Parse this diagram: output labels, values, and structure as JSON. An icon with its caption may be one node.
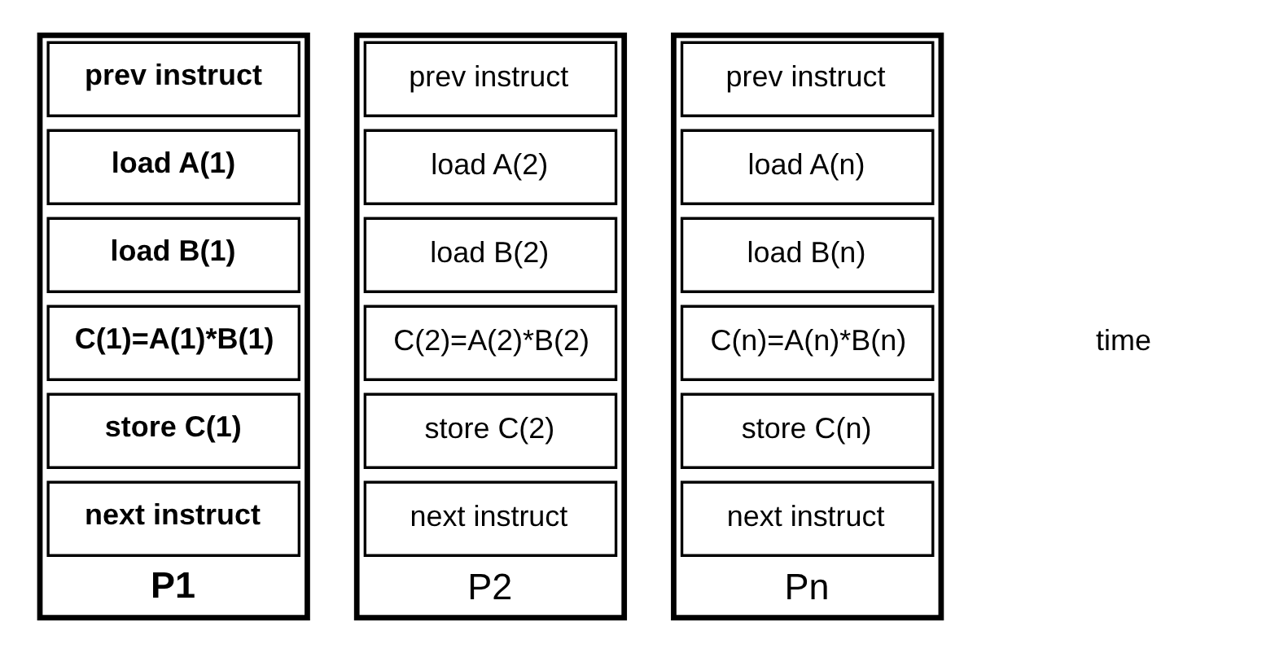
{
  "diagram": {
    "nodes": [
      {
        "text": [
          "P1"
        ]
      },
      {
        "text": [
          "prev instruct"
        ],
        "in": 0
      },
      {
        "text": [
          "load A(1)"
        ],
        "in": 0
      },
      {
        "text": [
          "load B(1)"
        ],
        "in": 0
      },
      {
        "text": [
          "C(1)=A(1)*B(1)"
        ],
        "in": 0
      },
      {
        "text": [
          "store C(1)"
        ],
        "in": 0
      },
      {
        "text": [
          "next instruct"
        ],
        "in": 0
      },
      {
        "text": [
          "P2"
        ]
      },
      {
        "text": [
          "prev instruct"
        ],
        "in": 7
      },
      {
        "text": [
          "load A(2)"
        ],
        "in": 7
      },
      {
        "text": [
          "load B(2)"
        ],
        "in": 7
      },
      {
        "text": [
          "C(2)=A(2)*B(2)"
        ],
        "in": 7
      },
      {
        "text": [
          "store C(2)"
        ],
        "in": 7
      },
      {
        "text": [
          "next instruct"
        ],
        "in": 7
      },
      {
        "text": [
          "Pn"
        ]
      },
      {
        "text": [
          "prev instruct"
        ],
        "in": 14
      },
      {
        "text": [
          "load A(n)"
        ],
        "in": 14
      },
      {
        "text": [
          "load B(n)"
        ],
        "in": 14
      },
      {
        "text": [
          "C(n)=A(n)*B(n)"
        ],
        "in": 14
      },
      {
        "text": [
          "store C(n)"
        ],
        "in": 14
      },
      {
        "text": [
          "next instruct"
        ],
        "in": 14
      }
    ],
    "edges": [],
    "labels": [
      "time"
    ]
  }
}
